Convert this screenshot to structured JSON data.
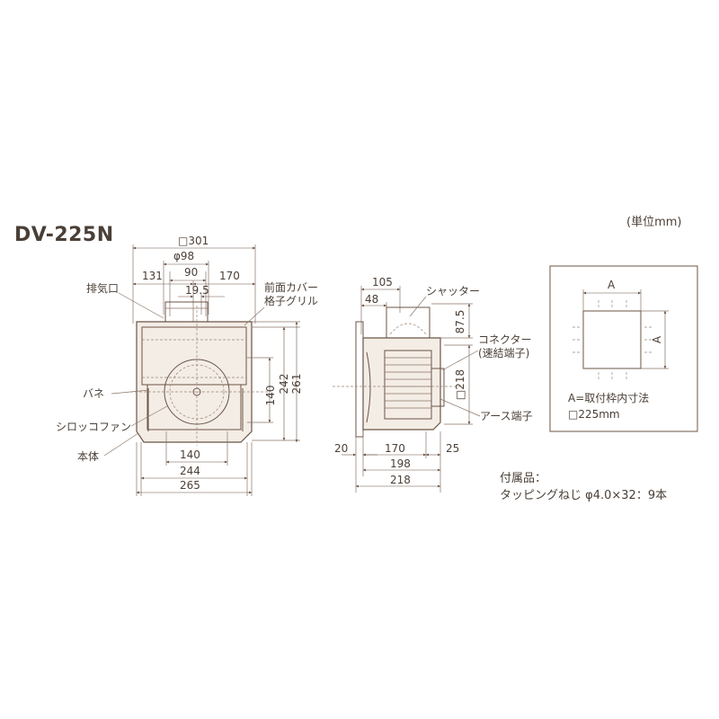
{
  "model": "DV-225N",
  "unit": "(単位mm)",
  "labels": {
    "exhaust": "排気口",
    "front_cover_1": "前面カバー",
    "front_cover_2": "格子グリル",
    "spring": "バネ",
    "fan": "シロッコファン",
    "body": "本体",
    "shutter": "シャッター",
    "connector_1": "コネクター",
    "connector_2": "(速結端子)",
    "earth": "アース端子"
  },
  "front_dims": {
    "w301": "□301",
    "d98": "φ98",
    "d90": "90",
    "d131": "131",
    "d170": "170",
    "d195": "19.5",
    "d140v": "140",
    "d242": "242",
    "d261": "261",
    "d140h": "140",
    "d244": "244",
    "d265": "265"
  },
  "side_dims": {
    "d105": "105",
    "d48": "48",
    "d875": "87.5",
    "d218v": "□218",
    "d20": "20",
    "d170": "170",
    "d25": "25",
    "d198": "198",
    "d218": "218"
  },
  "mount": {
    "a_top": "A",
    "a_side": "A",
    "note_1": "A=取付枠内寸法",
    "note_2": "□225mm"
  },
  "accessories": {
    "line1": "付属品：",
    "line2": "タッピングねじ φ4.0×32：9本"
  }
}
